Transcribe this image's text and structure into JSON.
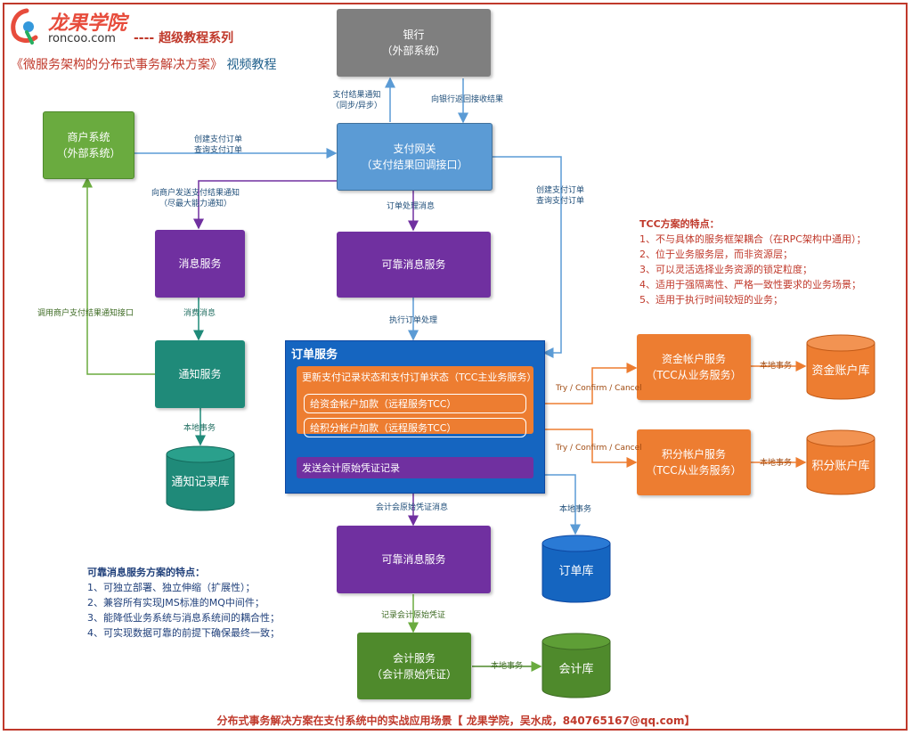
{
  "header": {
    "logo_cn": "龙果学院",
    "logo_en": "roncoo.com",
    "series_title": "---- 超级教程系列",
    "course_title": "《微服务架构的分布式事务解决方案》",
    "course_suffix": "视频教程"
  },
  "nodes": {
    "bank": {
      "line1": "银行",
      "line2": "（外部系统）"
    },
    "merchant": {
      "line1": "商户系统",
      "line2": "（外部系统）"
    },
    "gateway": {
      "line1": "支付网关",
      "line2": "（支付结果回调接口）"
    },
    "message_service": {
      "line1": "消息服务"
    },
    "reliable_msg_top": {
      "line1": "可靠消息服务"
    },
    "notify_service": {
      "line1": "通知服务"
    },
    "notify_db": {
      "line1": "通知记录库"
    },
    "order_service": {
      "title": "订单服务",
      "tcc_main": "更新支付记录状态和支付订单状态（TCC主业务服务）",
      "tcc_fund": "给资金帐户加款（远程服务TCC）",
      "tcc_points": "给积分帐户加款（远程服务TCC）",
      "send_accounting": "发送会计原始凭证记录"
    },
    "fund_account": {
      "line1": "资金帐户服务",
      "line2": "（TCC从业务服务）"
    },
    "fund_db": {
      "line1": "资金账户库"
    },
    "points_account": {
      "line1": "积分帐户服务",
      "line2": "（TCC从业务服务）"
    },
    "points_db": {
      "line1": "积分账户库"
    },
    "order_db": {
      "line1": "订单库"
    },
    "reliable_msg_bottom": {
      "line1": "可靠消息服务"
    },
    "accounting_service": {
      "line1": "会计服务",
      "line2": "（会计原始凭证）"
    },
    "accounting_db": {
      "line1": "会计库"
    }
  },
  "edges": {
    "gateway_to_bank": {
      "line1": "支付结果通知",
      "line2": "（同步/异步）"
    },
    "bank_to_gateway": {
      "line1": "向银行返回接收结果"
    },
    "merchant_to_gateway": {
      "line1": "创建支付订单",
      "line2": "查询支付订单"
    },
    "gateway_to_message": {
      "line1": "向商户发送支付结果通知",
      "line2": "（尽最大能力通知）"
    },
    "gateway_to_reliable": {
      "line1": "订单处理消息"
    },
    "gateway_to_order": {
      "line1": "创建支付订单",
      "line2": "查询支付订单"
    },
    "notify_to_merchant": {
      "line1": "调用商户支付结果通知接口"
    },
    "message_to_notify": {
      "line1": "消费消息"
    },
    "reliable_to_order": {
      "line1": "执行订单处理"
    },
    "notify_to_db": {
      "line1": "本地事务"
    },
    "tcc_fund_edge": {
      "line1": "Try / Confirm / Cancel"
    },
    "tcc_points_edge": {
      "line1": "Try / Confirm / Cancel"
    },
    "fund_to_db": {
      "line1": "本地事务"
    },
    "points_to_db": {
      "line1": "本地事务"
    },
    "order_to_db": {
      "line1": "本地事务"
    },
    "order_to_reliable": {
      "line1": "会计会原始凭证消息"
    },
    "reliable_to_accounting": {
      "line1": "记录会计原始凭证"
    },
    "accounting_to_db": {
      "line1": "本地事务"
    }
  },
  "notes": {
    "tcc": {
      "title": "TCC方案的特点：",
      "items": [
        "1、不与具体的服务框架耦合（在RPC架构中通用）；",
        "2、位于业务服务层，而非资源层；",
        "3、可以灵活选择业务资源的锁定粒度；",
        "4、适用于强隔离性、严格一致性要求的业务场景；",
        "5、适用于执行时间较短的业务；"
      ]
    },
    "reliable": {
      "title": "可靠消息服务方案的特点：",
      "items": [
        "1、可独立部署、独立伸缩（扩展性）；",
        "2、兼容所有实现JMS标准的MQ中间件；",
        "3、能降低业务系统与消息系统间的耦合性；",
        "4、可实现数据可靠的前提下确保最终一致；"
      ]
    }
  },
  "footer": {
    "text": "分布式事务解决方案在支付系统中的实战应用场景【 龙果学院，吴水成，840765167@qq.com】"
  },
  "colors": {
    "frame": "#c0392b",
    "arrow_blue": "#5b9bd5",
    "arrow_purple": "#7030a0",
    "arrow_teal": "#1f8a79",
    "arrow_green": "#6aab3f",
    "arrow_orange": "#ed7d31"
  }
}
